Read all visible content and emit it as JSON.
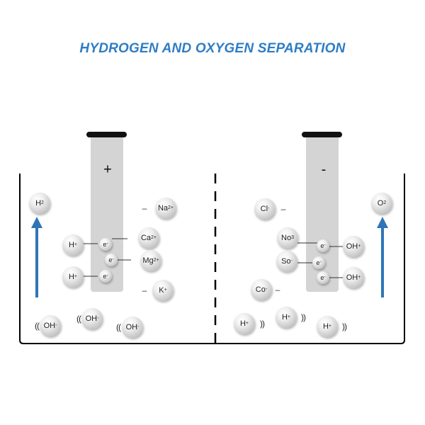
{
  "title": "HYDROGEN AND OXYGEN SEPARATION",
  "left_electrode": {
    "sign": "+"
  },
  "right_electrode": {
    "sign": "-"
  },
  "electron": {
    "label": "e",
    "charge": "-"
  },
  "ions": {
    "h2": {
      "label": "H",
      "sub": "2"
    },
    "o2": {
      "label": "O",
      "sub": "2"
    },
    "na": {
      "label": "Na",
      "sup": "2+"
    },
    "ca": {
      "label": "Ca",
      "sup": "2+"
    },
    "mg": {
      "label": "Mg",
      "sup": "2+"
    },
    "k": {
      "label": "K",
      "sup": "+"
    },
    "h_plus": {
      "label": "H",
      "sup": "+"
    },
    "oh_minus": {
      "label": "OH",
      "sup": "-"
    },
    "oh_plus": {
      "label": "OH",
      "sup": "+"
    },
    "cl": {
      "label": "Cl",
      "sup": "-"
    },
    "no3": {
      "label": "No",
      "sup": "3"
    },
    "so": {
      "label": "So",
      "sup": "-"
    },
    "co": {
      "label": "Co",
      "sup": "-"
    }
  },
  "marks": {
    "dash": "–",
    "wave_left": "((",
    "wave_right": "))"
  },
  "colors": {
    "title": "#2e7dc4",
    "arrow": "#2e75b6",
    "electrode": "#d4d4d4"
  }
}
